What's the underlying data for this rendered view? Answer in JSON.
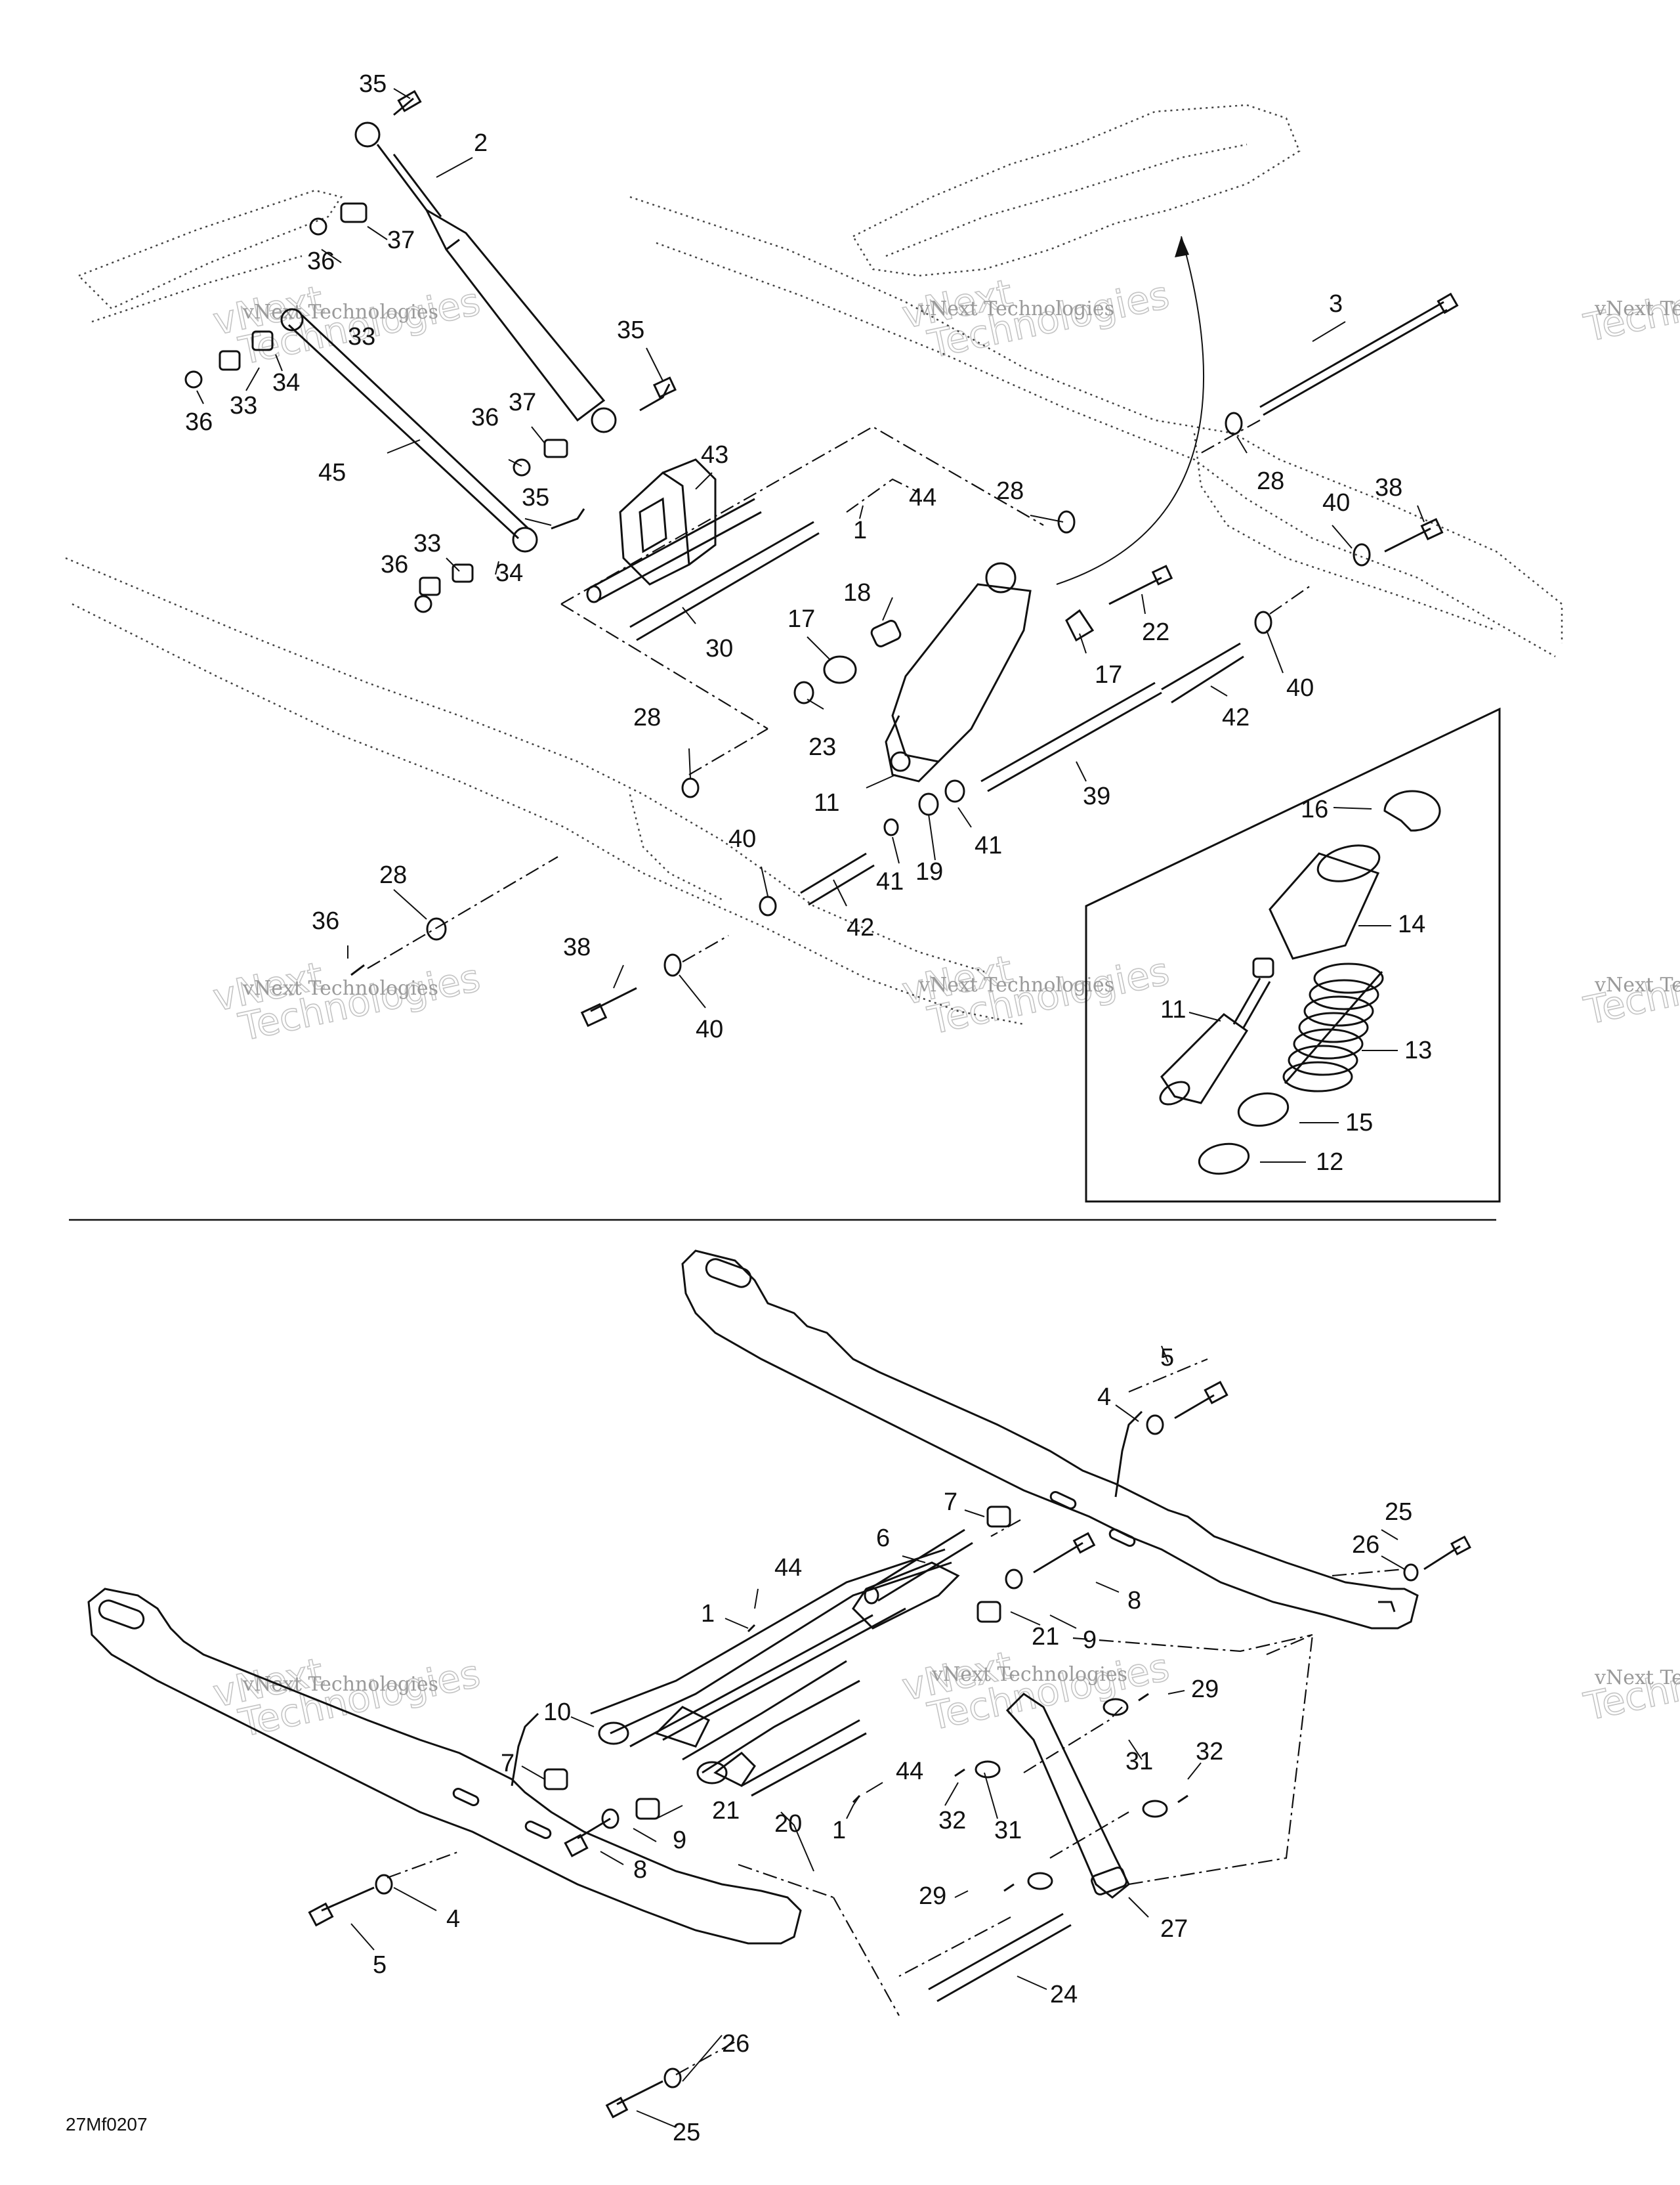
{
  "reference_code": "27Mf0207",
  "watermark": {
    "company_line": "vNext Technologies",
    "big_line_1": "vNext",
    "big_line_2": "Technologies"
  },
  "callouts": {
    "top": [
      {
        "id": "t35a",
        "text": "35"
      },
      {
        "id": "t2",
        "text": "2"
      },
      {
        "id": "t37a",
        "text": "37"
      },
      {
        "id": "t36a",
        "text": "36"
      },
      {
        "id": "t33a",
        "text": "33"
      },
      {
        "id": "t34a",
        "text": "34"
      },
      {
        "id": "t33b",
        "text": "33"
      },
      {
        "id": "t36b",
        "text": "36"
      },
      {
        "id": "t35b",
        "text": "35"
      },
      {
        "id": "t37b",
        "text": "37"
      },
      {
        "id": "t36c",
        "text": "36"
      },
      {
        "id": "t45",
        "text": "45"
      },
      {
        "id": "t35c",
        "text": "35"
      },
      {
        "id": "t33c",
        "text": "33"
      },
      {
        "id": "t36d",
        "text": "36"
      },
      {
        "id": "t34b",
        "text": "34"
      },
      {
        "id": "t43",
        "text": "43"
      },
      {
        "id": "t1a",
        "text": "1"
      },
      {
        "id": "t44a",
        "text": "44"
      },
      {
        "id": "t30",
        "text": "30"
      },
      {
        "id": "t3",
        "text": "3"
      },
      {
        "id": "t28a",
        "text": "28"
      },
      {
        "id": "t28b",
        "text": "28"
      },
      {
        "id": "t40a",
        "text": "40"
      },
      {
        "id": "t38a",
        "text": "38"
      },
      {
        "id": "t18",
        "text": "18"
      },
      {
        "id": "t17a",
        "text": "17"
      },
      {
        "id": "t22",
        "text": "22"
      },
      {
        "id": "t17b",
        "text": "17"
      },
      {
        "id": "t40b",
        "text": "40"
      },
      {
        "id": "t23",
        "text": "23"
      },
      {
        "id": "t42a",
        "text": "42"
      },
      {
        "id": "t11a",
        "text": "11"
      },
      {
        "id": "t39",
        "text": "39"
      },
      {
        "id": "t28c",
        "text": "28"
      },
      {
        "id": "t41a",
        "text": "41"
      },
      {
        "id": "t19",
        "text": "19"
      },
      {
        "id": "t41b",
        "text": "41"
      },
      {
        "id": "t40c",
        "text": "40"
      },
      {
        "id": "t42b",
        "text": "42"
      },
      {
        "id": "t28d",
        "text": "28"
      },
      {
        "id": "t36e",
        "text": "36"
      },
      {
        "id": "t38b",
        "text": "38"
      },
      {
        "id": "t40d",
        "text": "40"
      }
    ],
    "inset": [
      {
        "id": "i16",
        "text": "16"
      },
      {
        "id": "i14",
        "text": "14"
      },
      {
        "id": "i11",
        "text": "11"
      },
      {
        "id": "i13",
        "text": "13"
      },
      {
        "id": "i15",
        "text": "15"
      },
      {
        "id": "i12",
        "text": "12"
      }
    ],
    "bottom": [
      {
        "id": "b5a",
        "text": "5"
      },
      {
        "id": "b4a",
        "text": "4"
      },
      {
        "id": "b25a",
        "text": "25"
      },
      {
        "id": "b26a",
        "text": "26"
      },
      {
        "id": "b7a",
        "text": "7"
      },
      {
        "id": "b6",
        "text": "6"
      },
      {
        "id": "b8a",
        "text": "8"
      },
      {
        "id": "b44a",
        "text": "44"
      },
      {
        "id": "b21a",
        "text": "21"
      },
      {
        "id": "b9a",
        "text": "9"
      },
      {
        "id": "b1a",
        "text": "1"
      },
      {
        "id": "b29a",
        "text": "29"
      },
      {
        "id": "b10",
        "text": "10"
      },
      {
        "id": "b31a",
        "text": "31"
      },
      {
        "id": "b32a",
        "text": "32"
      },
      {
        "id": "b7b",
        "text": "7"
      },
      {
        "id": "b44b",
        "text": "44"
      },
      {
        "id": "b1b",
        "text": "1"
      },
      {
        "id": "b20",
        "text": "20"
      },
      {
        "id": "b32b",
        "text": "32"
      },
      {
        "id": "b31b",
        "text": "31"
      },
      {
        "id": "b21b",
        "text": "21"
      },
      {
        "id": "b9b",
        "text": "9"
      },
      {
        "id": "b8b",
        "text": "8"
      },
      {
        "id": "b29b",
        "text": "29"
      },
      {
        "id": "b27",
        "text": "27"
      },
      {
        "id": "b4b",
        "text": "4"
      },
      {
        "id": "b5b",
        "text": "5"
      },
      {
        "id": "b24",
        "text": "24"
      },
      {
        "id": "b26b",
        "text": "26"
      },
      {
        "id": "b25b",
        "text": "25"
      }
    ]
  }
}
